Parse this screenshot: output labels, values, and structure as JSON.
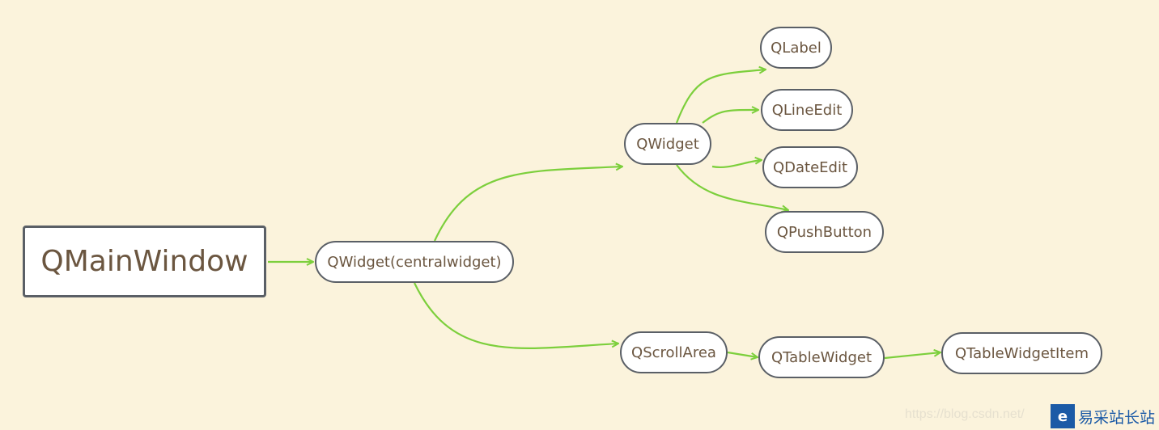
{
  "colors": {
    "background": "#fbf3dc",
    "edge": "#7ccf3c",
    "node_border": "#5a5f66",
    "text": "#6b5640"
  },
  "nodes": {
    "root": "QMainWindow",
    "central": "QWidget(centralwidget)",
    "widget": "QWidget",
    "label": "QLabel",
    "lineedit": "QLineEdit",
    "dateedit": "QDateEdit",
    "pushbutton": "QPushButton",
    "scrollarea": "QScrollArea",
    "tablewidget": "QTableWidget",
    "tablewidgetitem": "QTableWidgetItem"
  },
  "watermark": {
    "url": "https://blog.csdn.net/",
    "logo_text": "易采站长站"
  }
}
